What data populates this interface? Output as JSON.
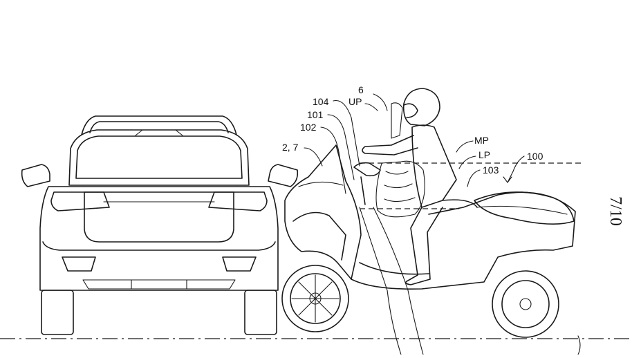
{
  "figure": {
    "sheet_label": "7/10",
    "reference_labels": {
      "r6": "6",
      "r104": "104",
      "up": "UP",
      "r101": "101",
      "r102": "102",
      "r2_7": "2, 7",
      "mp": "MP",
      "lp": "LP",
      "r103": "103",
      "r100": "100"
    },
    "icons": [
      "car-rear-view",
      "three-wheel-scooter",
      "rider-with-helmet",
      "airbag"
    ]
  }
}
